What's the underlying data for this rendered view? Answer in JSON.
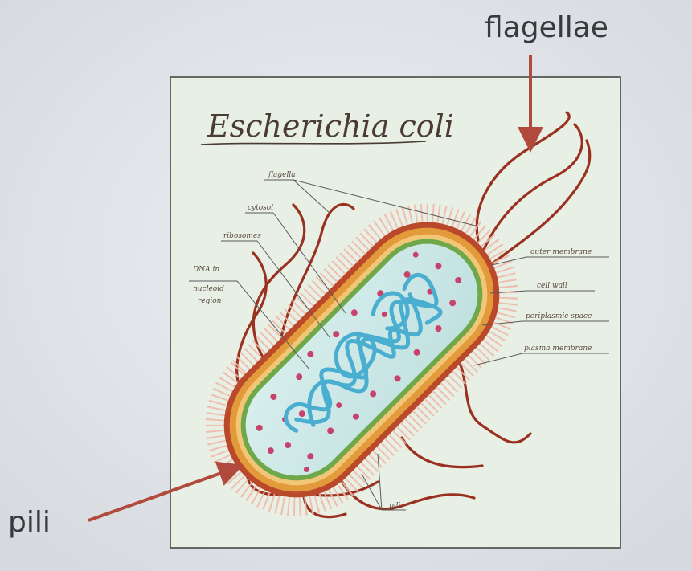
{
  "slide": {
    "annotation_top": "flagellae",
    "annotation_bottom": "pili"
  },
  "diagram": {
    "title": "Escherichia coli",
    "labels": {
      "flagella": "flagella",
      "cytosol": "cytosol",
      "ribosomes": "ribosomes",
      "dna_line1": "DNA in",
      "dna_line2": "nucleoid",
      "dna_line3": "region",
      "outer_membrane": "outer membrane",
      "cell_wall": "cell wall",
      "periplasmic_space": "periplasmic space",
      "plasma_membrane": "plasma membrane",
      "pili": "pili"
    }
  },
  "colors": {
    "flagella": "#9a3020",
    "cell_wall": "#d98a2c",
    "outer_membrane": "#b9492a",
    "plasma_membrane": "#6fa84a",
    "cytosol": "#c9e6e4",
    "dna": "#4aaed0",
    "ribosome": "#c7436d",
    "annotation_arrow": "#b14a3c",
    "card_bg": "#eaf0e6"
  }
}
